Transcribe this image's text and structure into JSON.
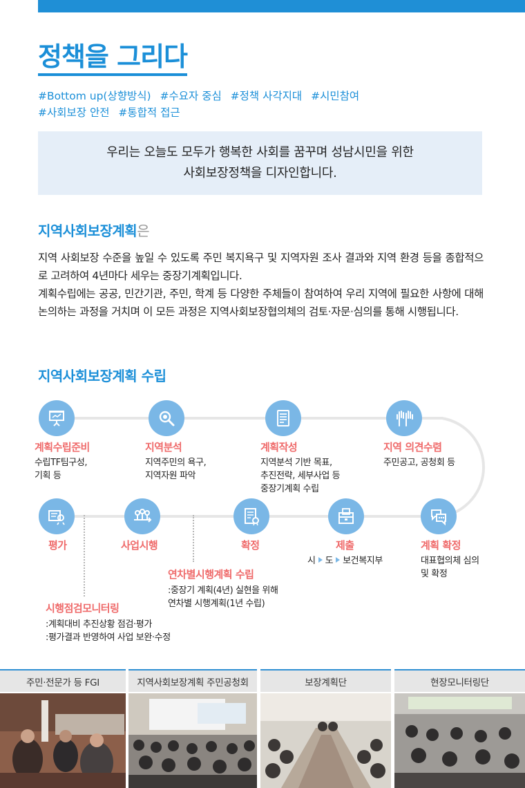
{
  "header": {
    "title": "정책을 그리다",
    "tags": [
      "#Bottom up(상향방식)",
      "#수요자 중심",
      "#정책 사각지대",
      "#시민참여",
      "#사회보장 안전",
      "#통합적 접근"
    ],
    "accent": "#1b8fd8"
  },
  "intro_box": {
    "line1": "우리는 오늘도 모두가 행복한 사회를 꿈꾸며 성남시민을 위한",
    "line2": "사회보장정책을 디자인합니다."
  },
  "section1": {
    "heading_main": "지역사회보장계획",
    "heading_suffix": "은",
    "para1": "지역 사회보장 수준을 높일 수 있도록 주민 복지욕구 및 지역자원 조사 결과와 지역 환경 등을 종합적으로 고려하여 4년마다 세우는 중장기계획입니다.",
    "para2": "계획수립에는 공공, 민간기관, 주민, 학계 등 다양한 주체들이 참여하여 우리 지역에 필요한 사항에 대해 논의하는 과정을 거치며 이 모든 과정은 지역사회보장협의체의 검토·자문·심의를 통해 시행됩니다."
  },
  "section2": {
    "heading": "지역사회보장계획 수립"
  },
  "flow": {
    "top": [
      {
        "icon": "presentation-icon",
        "title": "계획수립준비",
        "desc": [
          "수립TF팀구성,",
          "기획 등"
        ]
      },
      {
        "icon": "magnifier-icon",
        "title": "지역분석",
        "desc": [
          "지역주민의 욕구,",
          "지역자원 파악"
        ]
      },
      {
        "icon": "document-icon",
        "title": "계획작성",
        "desc": [
          "지역분석 기반 목표,",
          "추진전략, 세부사업 등",
          "중장기계획 수립"
        ]
      },
      {
        "icon": "raised-hands-icon",
        "title": "지역 의견수렴",
        "desc": [
          "주민공고, 공청회 등"
        ]
      }
    ],
    "bottom": [
      {
        "icon": "evaluation-icon",
        "title": "평가"
      },
      {
        "icon": "route-pins-icon",
        "title": "사업시행"
      },
      {
        "icon": "confirm-document-icon",
        "title": "확정"
      },
      {
        "icon": "submit-box-icon",
        "title": "제출",
        "route": [
          "시",
          "도",
          "보건복지부"
        ]
      },
      {
        "icon": "speech-bubbles-icon",
        "title": "계획 확정",
        "desc": [
          "대표협의체 심의",
          "및 확정"
        ]
      }
    ],
    "annual": {
      "title": "연차별시행계획 수립",
      "desc": [
        ":중장기 계획(4년) 실현을 위해",
        "연차별 시행계획(1년 수립)"
      ]
    },
    "monitoring": {
      "title": "시행점검모니터링",
      "desc": [
        ":계획대비 추진상황 점검·평가",
        ":평가결과 반영하여 사업 보완·수정"
      ]
    },
    "colors": {
      "circle": "#7ab7e6",
      "stage_title": "#ef6b6b",
      "connector": "#e6e6e6"
    }
  },
  "photos": [
    {
      "caption": "주민·전문가 등 FGI"
    },
    {
      "caption": "지역사회보장계획 주민공청회"
    },
    {
      "caption": "보장계획단"
    },
    {
      "caption": "현장모니터링단"
    }
  ]
}
